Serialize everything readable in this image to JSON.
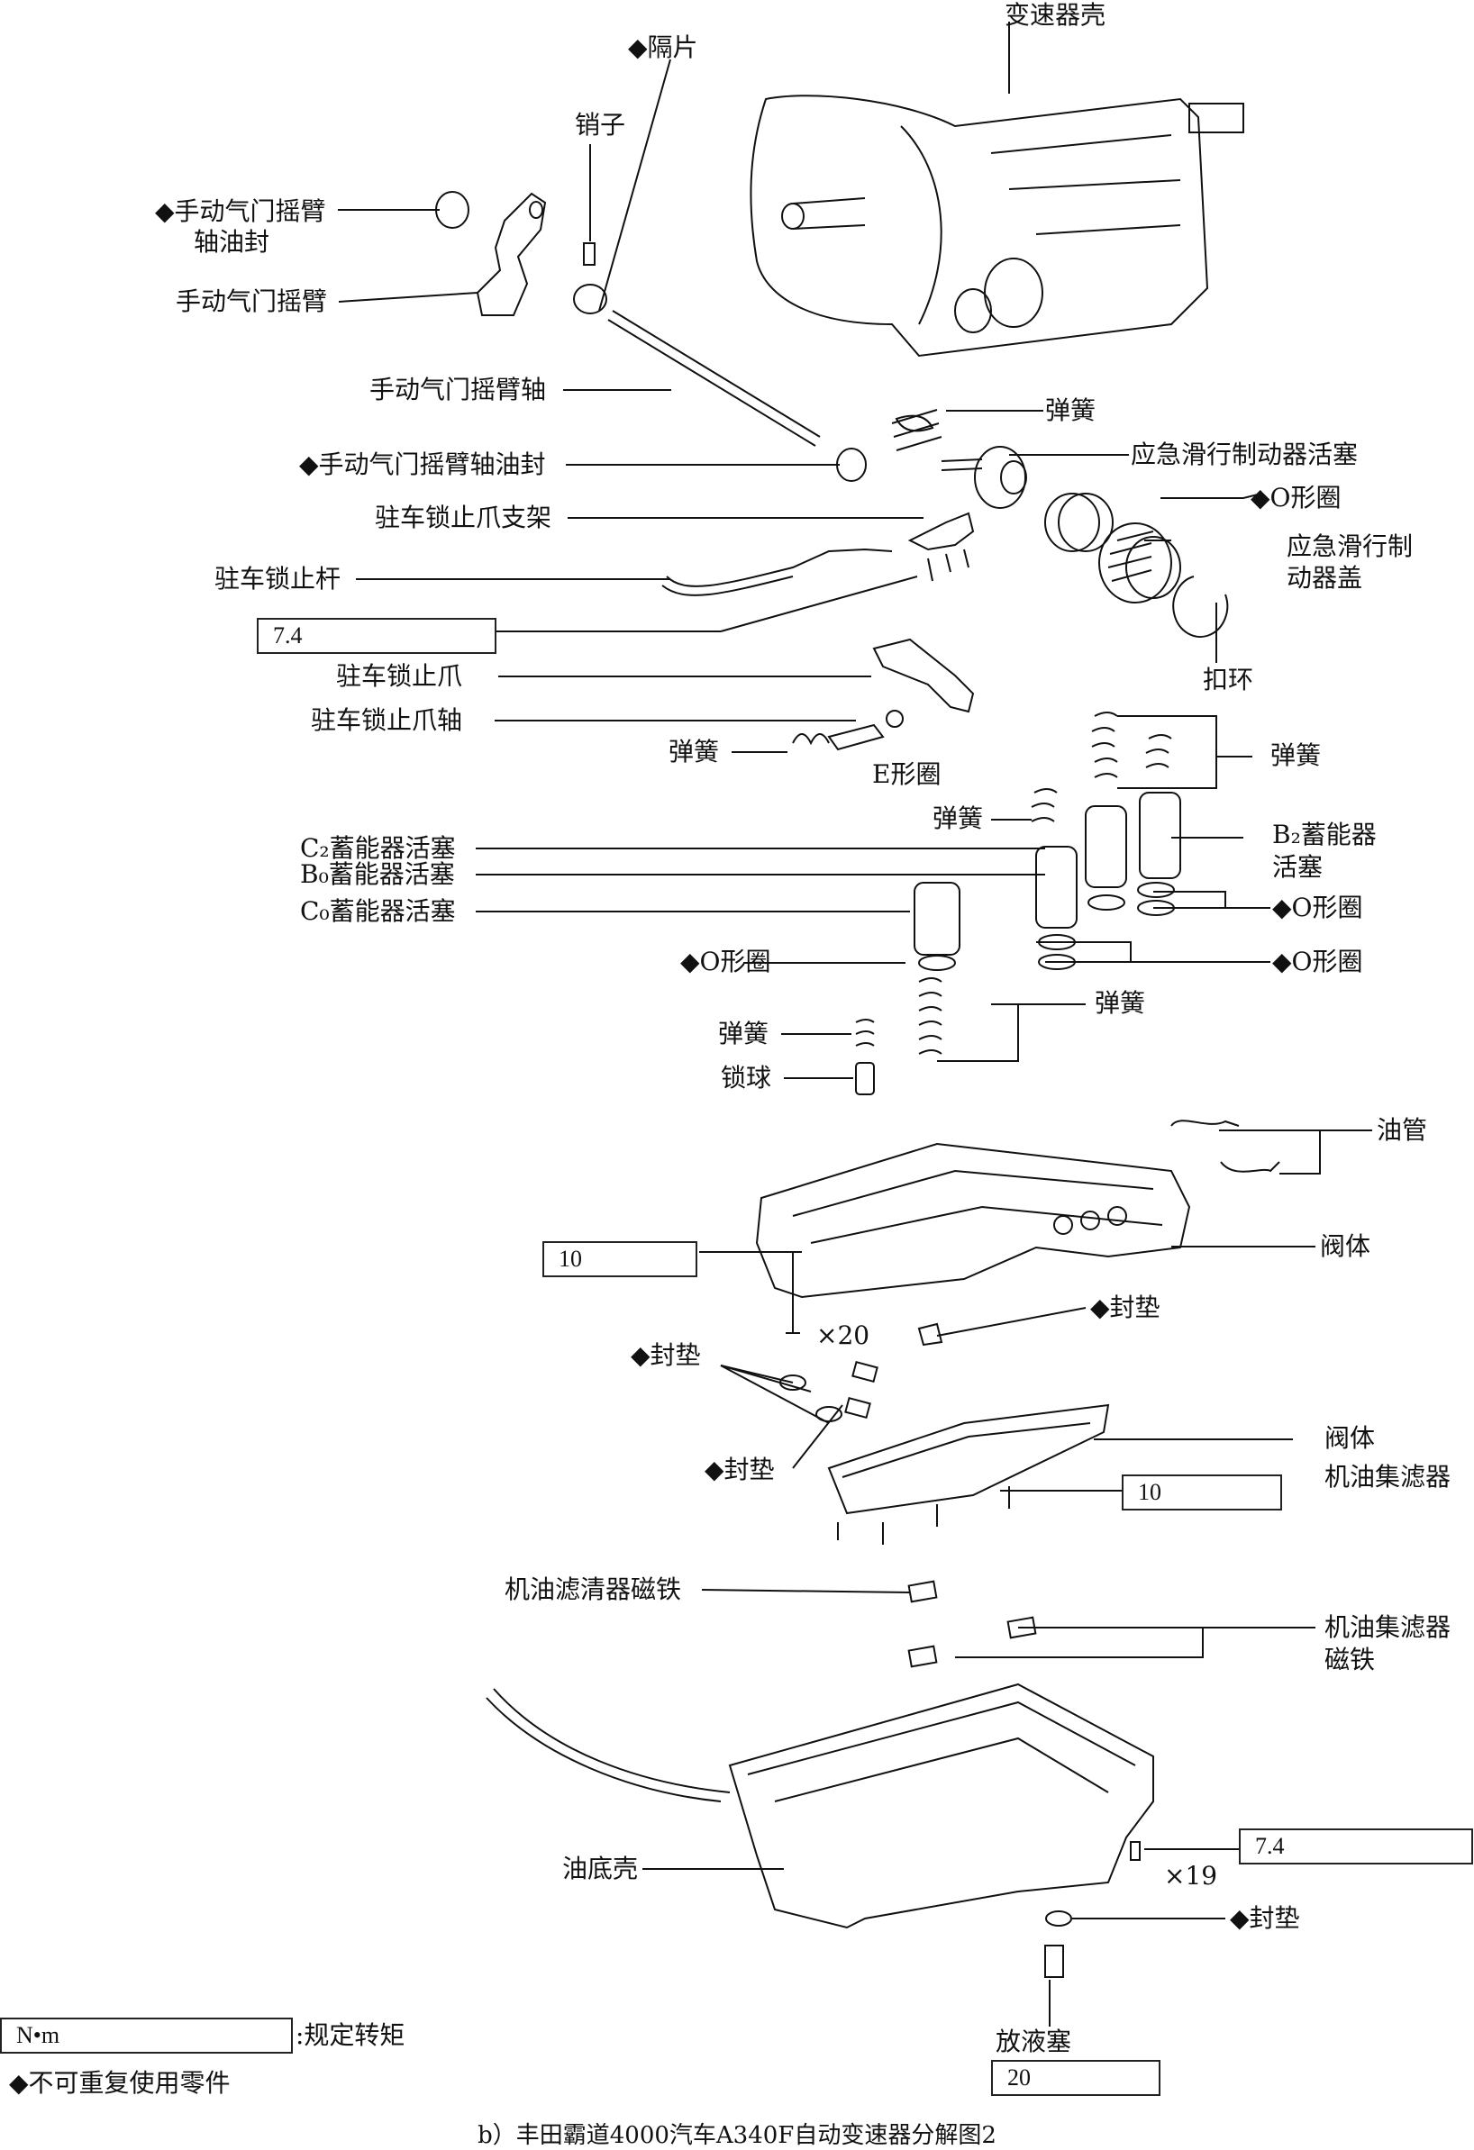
{
  "labels": {
    "housing": "变速器壳",
    "spacer": "◆隔片",
    "pin": "销子",
    "lever_oil_seal_a": "◆手动气门摇臂",
    "lever_oil_seal_b": "轴油封",
    "manual_lever": "手动气门摇臂",
    "manual_shaft": "手动气门摇臂轴",
    "shaft_oil_seal": "◆手动气门摇臂轴油封",
    "spring_top": "弹簧",
    "brake_piston": "应急滑行制动器活塞",
    "oring_top": "◆O形圈",
    "brake_cover_a": "应急滑行制",
    "brake_cover_b": "动器盖",
    "snap_ring": "扣环",
    "parking_bracket": "驻车锁止爪支架",
    "parking_rod": "驻车锁止杆",
    "parking_pawl": "驻车锁止爪",
    "pawl_shaft": "驻车锁止爪轴",
    "spring_pawl": "弹簧",
    "e_ring": "E形圈",
    "spring_right": "弹簧",
    "spring_mid": "弹簧",
    "b2_a": "B₂蓄能器",
    "b2_b": "活塞",
    "c2_piston": "C₂蓄能器活塞",
    "b0_piston": "B₀蓄能器活塞",
    "c0_piston": "C₀蓄能器活塞",
    "oring_r1": "◆O形圈",
    "oring_left": "◆O形圈",
    "oring_r2": "◆O形圈",
    "spring_lower_r": "弹簧",
    "spring_lower_l": "弹簧",
    "lock_ball": "锁球",
    "oil_pipe": "油管",
    "valve_body": "阀体",
    "x20": "×20",
    "gasket_a": "◆封垫",
    "gasket_b": "◆封垫",
    "gasket_c": "◆封垫",
    "strainer_a": "阀体",
    "strainer_b": "机油集滤器",
    "filter_magnet": "机油滤清器磁铁",
    "strainer_mag_a": "机油集滤器",
    "strainer_mag_b": "磁铁",
    "oil_pan": "油底壳",
    "x19": "×19",
    "gasket_d": "◆封垫",
    "drain_plug": "放液塞",
    "legend_torque": ":规定转矩",
    "legend_nonreuse": "◆不可重复使用零件"
  },
  "torques": {
    "bracket": "7.4",
    "valve_body": "10",
    "strainer": "10",
    "oil_pan": "7.4",
    "drain_plug": "20",
    "legend_unit": "N•m"
  },
  "caption": "b）丰田霸道4000汽车A340F自动变速器分解图2"
}
